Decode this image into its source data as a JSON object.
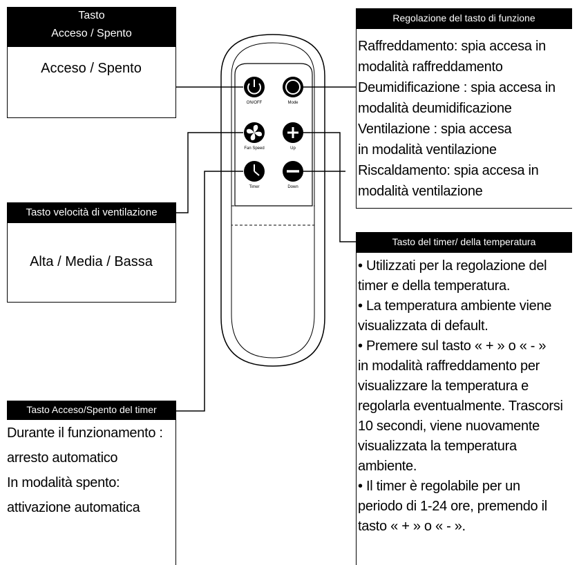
{
  "power_box": {
    "header_line1": "Tasto",
    "header_line2": "Acceso / Spento",
    "body": "Acceso / Spento"
  },
  "function_box": {
    "header": "Regolazione del tasto di funzione",
    "lines": [
      "Raffreddamento: spia accesa in",
      "modalità raffreddamento",
      "Deumidificazione : spia accesa in",
      "modalità deumidificazione",
      "Ventilazione : spia accesa",
      "in modalità ventilazione",
      "Riscaldamento: spia accesa in",
      "modalità ventilazione"
    ]
  },
  "fan_box": {
    "header": "Tasto velocità di ventilazione",
    "body": "Alta / Media / Bassa"
  },
  "timer_temp_box": {
    "header": "Tasto del timer/ della temperatura",
    "lines": [
      "• Utilizzati per la regolazione del",
      "timer e della temperatura.",
      "• La temperatura ambiente viene",
      "visualizzata di default.",
      "• Premere sul tasto « + » o « - »",
      "in modalità raffreddamento per",
      "visualizzare la temperatura e",
      "regolarla eventualmente. Trascorsi",
      "10 secondi, viene nuovamente",
      "visualizzata la temperatura",
      "ambiente.",
      "• Il timer è regolabile per un",
      "periodo di 1-24 ore, premendo il",
      "tasto « + » o « - »."
    ]
  },
  "timer_box": {
    "header": "Tasto Acceso/Spento del timer",
    "lines": [
      "Durante il funzionamento :",
      "arresto automatico",
      "In modalità spento:",
      "attivazione automatica"
    ]
  },
  "remote": {
    "btn_onoff": "ON/OFF",
    "btn_mode": "Mode",
    "btn_fan": "Fan Speed",
    "btn_up": "Up",
    "btn_timer": "Timer",
    "btn_down": "Down"
  },
  "icons": {
    "onoff": "power-icon",
    "mode": "circle-icon",
    "fan": "fan-icon",
    "up": "plus-icon",
    "timer": "clock-icon",
    "down": "minus-icon"
  }
}
